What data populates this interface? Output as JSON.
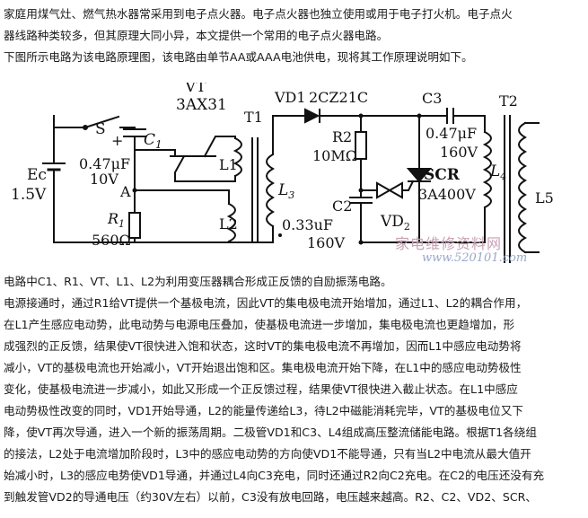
{
  "intro": [
    "家庭用煤气灶、燃气热水器常采用到电子点火器。电子点火器也独立使用或用于电子打火机。电子点火",
    "器线路种类较多，但其原理大同小异，本文提供一个常用的电子点火器电路。",
    "下图所示电路为该电路原理图，该电路由单节AA或AAA电池供电，现将其工作原理说明如下。"
  ],
  "circuit": {
    "ec_label": "Ec",
    "ec_value": "1.5V",
    "switch_label": "S",
    "c1_label": "C",
    "c1_sub": "1",
    "c1_plus": "+",
    "c1_value": "0.47μF",
    "c1_voltage": "10V",
    "node_a": "A",
    "r1_label": "R",
    "r1_sub": "1",
    "r1_value": "560Ω",
    "vt_label": "VT",
    "vt_part": "3AX31",
    "l1_label": "L1",
    "l2_label": "L2",
    "t1_label": "T1",
    "l3_label": "L",
    "l3_sub": "3",
    "vd1_label": "VD1",
    "vd1_part": "2CZ21C",
    "r2_label": "R2",
    "r2_value": "10MΩ",
    "c2_label": "C2",
    "c2_value": "0.33uF",
    "c2_voltage": "160V",
    "vd2_label": "VD",
    "vd2_sub": "2",
    "c3_label": "C3",
    "c3_value": "0.47μF",
    "c3_voltage": "160V",
    "scr_label": "SCR",
    "scr_part": "3A400V",
    "l4_label": "L",
    "l4_sub": "4",
    "t2_label": "T2",
    "l5_label": "L5"
  },
  "watermark": {
    "site_cn": "家电维修资料网",
    "site_url": "www.520101.com"
  },
  "body": [
    "电路中C1、R1、VT、L1、L2为利用变压器耦合形成正反馈的自励振荡电路。",
    "电源接通时，通过R1给VT提供一个基极电流，因此VT的集电极电流开始增加，通过L1、L2的耦合作用，",
    "在L1产生感应电动势，此电动势与电源电压叠加，使基极电流进一步增加，集电极电流也更趋增加，形",
    "成强烈的正反馈，结果使VT很快进入饱和状态，这时VT的集电极电流不再增加，因而L1中感应电动势将",
    "减小，VT的基极电流也开始减小，VT开始退出饱和区。集电极电流开始下降，在L1中的感应电动势极性",
    "变化，使基极电流进一步减小，如此又形成一个正反馈过程，结果使VT很快进入截止状态。在L1中感应",
    "电动势极性改变的同时，VD1开始导通，L2的能量传递给L3，待L2中磁能消耗完毕，VT的基极电位又下",
    "降，使VT再次导通，进入一个新的振荡周期。二极管VD1和C3、L4组成高压整流储能电路。根据T1各绕组",
    "的接法，L2处于电流增加阶段时，L3中的感应电动势的方向使VD1不能导通，只有当L2中电流从最大值开",
    "始减小时，L3的感应电势使VD1导通，并通过L4向C3充电，同时还通过R2向C2充电。在C2的电压还没有充",
    "到触发管VD2的导通电压（约30V左右）以前，C3没有放电回路，电压越来越高。R2、C2、VD2、SCR、"
  ],
  "colors": {
    "text": "#1a1a1a",
    "line": "#111111",
    "watermark": "#c8a2b4",
    "watermark_url": "#9aa8c8"
  }
}
